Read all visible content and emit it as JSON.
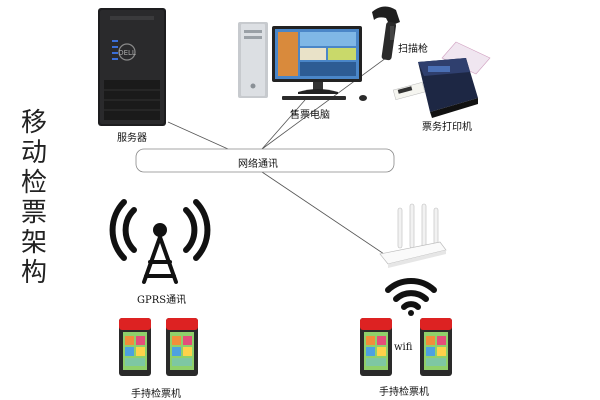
{
  "title": "移动检票架构",
  "title_chars": [
    "移",
    "动",
    "检",
    "票",
    "架",
    "构"
  ],
  "nodes": {
    "server": "服务器",
    "ticket_pc": "售票电脑",
    "scanner": "扫描枪",
    "ticket_printer": "票务打印机",
    "network": "网络通讯",
    "gprs": "GPRS通讯",
    "handheld_left": "手持检票机",
    "wifi": "wifi",
    "handheld_right": "手持检票机"
  }
}
